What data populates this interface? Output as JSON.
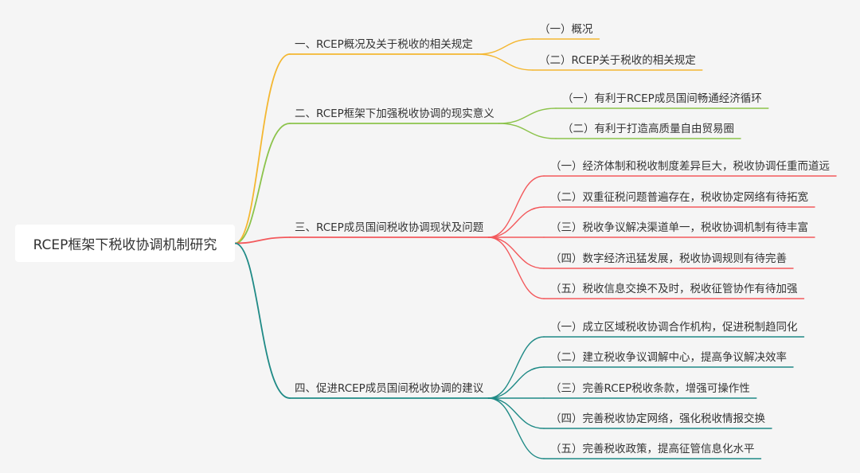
{
  "root": {
    "label": "RCEP框架下税收协调机制研究"
  },
  "branches": [
    {
      "label": "一、RCEP概况及关于税收的相关规定",
      "color": "#f4b731",
      "children": [
        "（一）概况",
        "（二）RCEP关于税收的相关规定"
      ]
    },
    {
      "label": "二、RCEP框架下加强税收协调的现实意义",
      "color": "#8cc34b",
      "children": [
        "（一）有利于RCEP成员国间畅通经济循环",
        "（二）有利于打造高质量自由贸易圈"
      ]
    },
    {
      "label": "三、RCEP成员国间税收协调现状及问题",
      "color": "#f3595c",
      "children": [
        "（一）经济体制和税收制度差异巨大，税收协调任重而道远",
        "（二）双重征税问题普遍存在，税收协定网络有待拓宽",
        "（三）税收争议解决渠道单一，税收协调机制有待丰富",
        "（四）数字经济迅猛发展，税收协调规则有待完善",
        "（五）税收信息交换不及时，税收征管协作有待加强"
      ]
    },
    {
      "label": "四、促进RCEP成员国间税收协调的建议",
      "color": "#1f8a86",
      "children": [
        "（一）成立区域税收协调合作机构，促进税制趋同化",
        "（二）建立税收争议调解中心，提高争议解决效率",
        "（三）完善RCEP税收条款，增强可操作性",
        "（四）完善税收协定网络，强化税收情报交换",
        "（五）完善税收政策，提高征管信息化水平"
      ]
    }
  ]
}
